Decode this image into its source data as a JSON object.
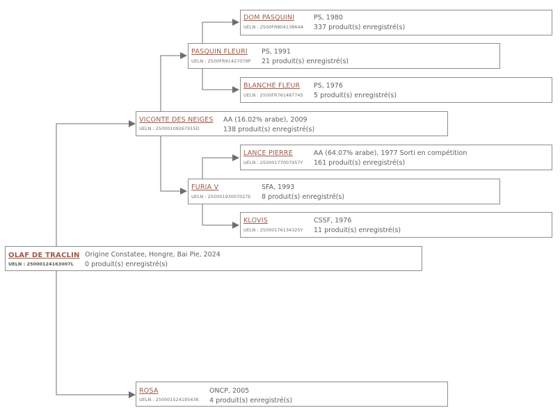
{
  "colors": {
    "link": "#9b5a48",
    "border": "#8c8c8c",
    "connector": "#6e6e6e",
    "text": "#5f5f5f"
  },
  "horses": {
    "root": {
      "name": "OLAF DE TRACLIN",
      "ueln": "UELN : 25000124163007L",
      "details": "Origine Constatee, Hongre, Bai Pie, 2024",
      "produits": "0 produit(s) enregistré(s)"
    },
    "sire": {
      "name": "VICONTE DES NEIGES",
      "ueln": "UELN : 25000109267915D",
      "details": "AA (16.02% arabe), 2009",
      "produits": "138 produit(s) enregistré(s)"
    },
    "dam": {
      "name": "ROSA",
      "ueln": "UELN : 25000152419543K",
      "details": "ONCP, 2005",
      "produits": "4 produit(s) enregistré(s)"
    },
    "ss": {
      "name": "PASQUIN FLEURI",
      "ueln": "UELN : 2500FR91427079P",
      "details": "PS, 1991",
      "produits": "21 produit(s) enregistré(s)"
    },
    "sd": {
      "name": "FURIA V",
      "ueln": "UELN : 25000193007027E",
      "details": "SFA, 1993",
      "produits": "8 produit(s) enregistré(s)"
    },
    "sss": {
      "name": "DOM PASQUINI",
      "ueln": "UELN : 2500FR80413864A",
      "details": "PS, 1980",
      "produits": "337 produit(s) enregistré(s)"
    },
    "ssd": {
      "name": "BLANCHE FLEUR",
      "ueln": "UELN : 2500FR76148774S",
      "details": "PS, 1976",
      "produits": "5 produit(s) enregistré(s)"
    },
    "sds": {
      "name": "LANCE PIERRE",
      "ueln": "UELN : 25000177007957Y",
      "details": "AA (64.07% arabe), 1977 Sorti en compétition",
      "produits": "161 produit(s) enregistré(s)"
    },
    "sdd": {
      "name": "KLOVIS",
      "ueln": "UELN : 25000176134325Y",
      "details": "CSSF, 1976",
      "produits": "11 produit(s) enregistré(s)"
    }
  }
}
